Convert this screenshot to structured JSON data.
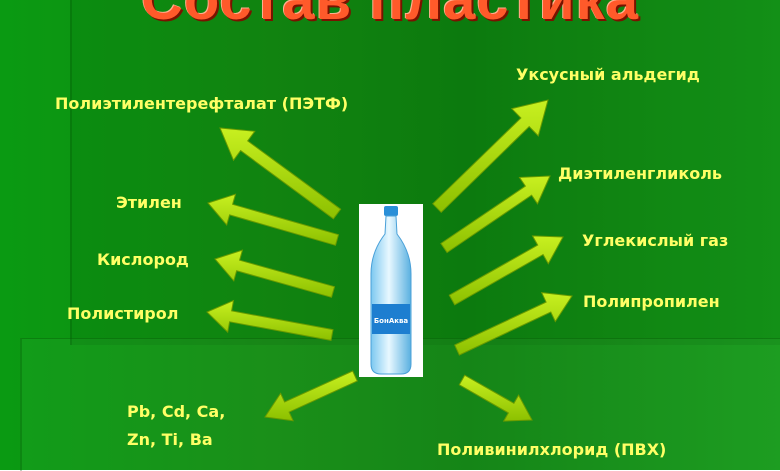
{
  "title": "Состав пластика",
  "left_labels": {
    "pet": "Полиэтилентерефталат (ПЭТФ)",
    "ethylene": "Этилен",
    "oxygen": "Кислород",
    "polystyrene": "Полистирол",
    "metals_line1": "Pb, Cd, Ca,",
    "metals_line2": "Zn, Ti, Ba"
  },
  "right_labels": {
    "acetaldehyde": "Уксусный альдегид",
    "diethylene_glycol": "Диэтиленгликоль",
    "co2": "Углекислый газ",
    "polypropylene": "Полипропилен",
    "pvc": "Поливинилхлорид (ПВХ)"
  },
  "bottle_label": "БонАква",
  "colors": {
    "background": "#0f8f12",
    "arrow": "#a8d80a",
    "label": "#ffff66",
    "title": "#ff5a2a"
  }
}
